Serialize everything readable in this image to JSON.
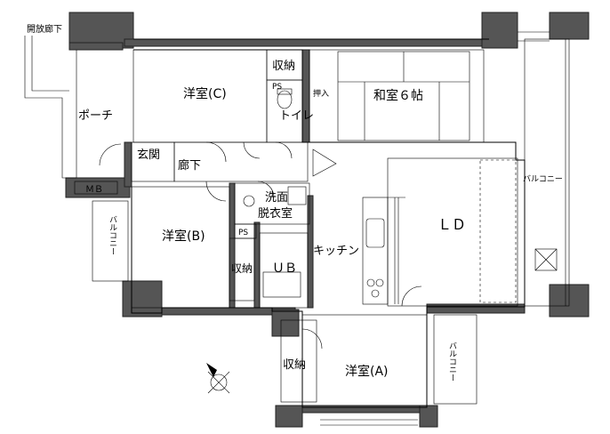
{
  "labels": {
    "corridor_open": "開放廊下",
    "porch": "ポーチ",
    "room_c": "洋室(C)",
    "storage_top": "収納",
    "ps_top": "PS",
    "toilet": "トイレ",
    "oshiire": "押入",
    "washitsu": "和室６帖",
    "genkan": "玄関",
    "hallway": "廊下",
    "mb": "ＭＢ",
    "balcony_left": "バルコニー",
    "room_b": "洋室(B)",
    "ps_mid": "PS",
    "storage_b": "収納",
    "washroom_1": "洗面",
    "washroom_2": "脱衣室",
    "ub": "ＵＢ",
    "kitchen": "キッチン",
    "ld": "ＬＤ",
    "balcony_right": "バルコニー",
    "storage_a": "収納",
    "room_a": "洋室(A)",
    "balcony_bottom": "バルコニー"
  }
}
